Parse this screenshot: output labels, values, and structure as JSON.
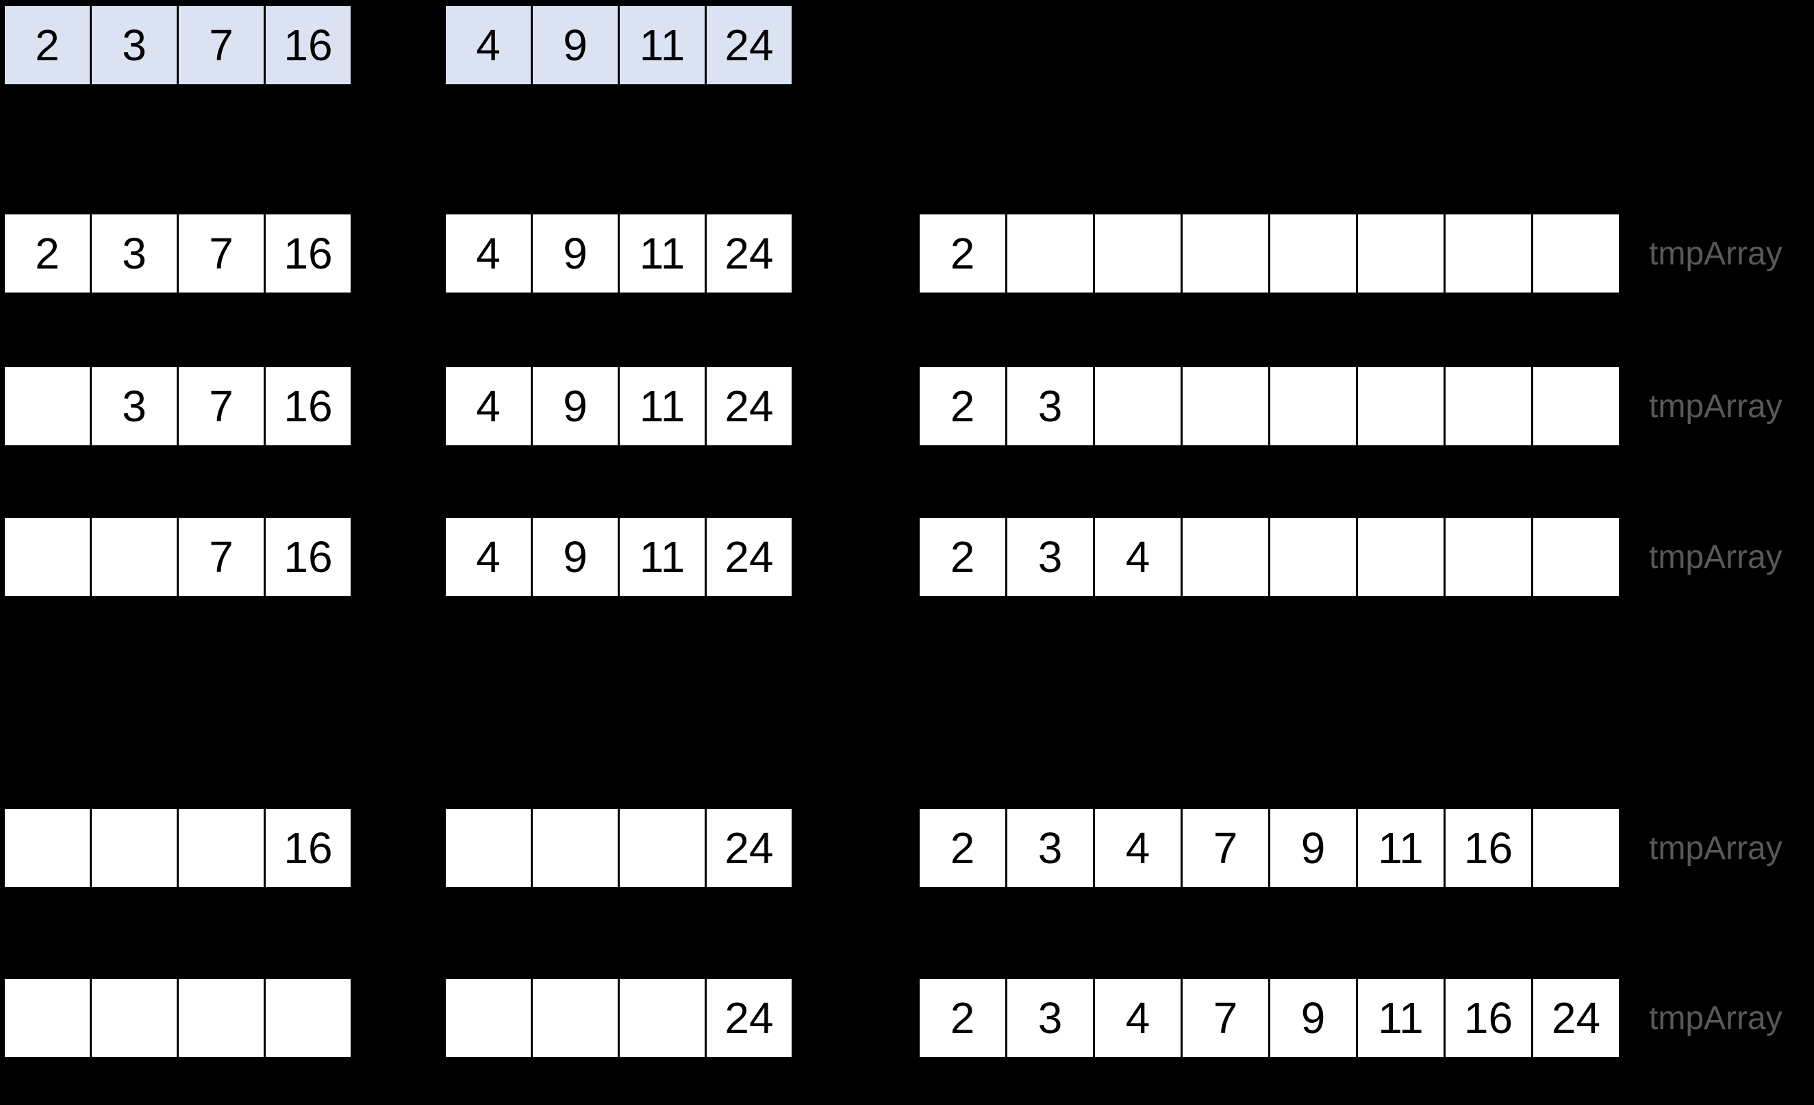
{
  "page": {
    "background": "#000000"
  },
  "colors": {
    "source_cell_fill": "#dbe3f3",
    "work_cell_fill": "#ffffff",
    "cell_border": "#000000",
    "number_text": "#000000",
    "label_text": "#595959"
  },
  "tmp_label": "tmpArray",
  "source_arrays": {
    "left": [
      "2",
      "3",
      "7",
      "16"
    ],
    "right": [
      "4",
      "9",
      "11",
      "24"
    ]
  },
  "steps": [
    {
      "left": [
        "2",
        "3",
        "7",
        "16"
      ],
      "right": [
        "4",
        "9",
        "11",
        "24"
      ],
      "tmp": [
        "2",
        "",
        "",
        "",
        "",
        "",
        "",
        ""
      ]
    },
    {
      "left": [
        "",
        "3",
        "7",
        "16"
      ],
      "right": [
        "4",
        "9",
        "11",
        "24"
      ],
      "tmp": [
        "2",
        "3",
        "",
        "",
        "",
        "",
        "",
        ""
      ]
    },
    {
      "left": [
        "",
        "",
        "7",
        "16"
      ],
      "right": [
        "4",
        "9",
        "11",
        "24"
      ],
      "tmp": [
        "2",
        "3",
        "4",
        "",
        "",
        "",
        "",
        ""
      ]
    },
    {
      "left": [
        "",
        "",
        "",
        "16"
      ],
      "right": [
        "",
        "",
        "",
        "24"
      ],
      "tmp": [
        "2",
        "3",
        "4",
        "7",
        "9",
        "11",
        "16",
        ""
      ]
    },
    {
      "left": [
        "",
        "",
        "",
        ""
      ],
      "right": [
        "",
        "",
        "",
        "24"
      ],
      "tmp": [
        "2",
        "3",
        "4",
        "7",
        "9",
        "11",
        "16",
        "24"
      ]
    }
  ]
}
